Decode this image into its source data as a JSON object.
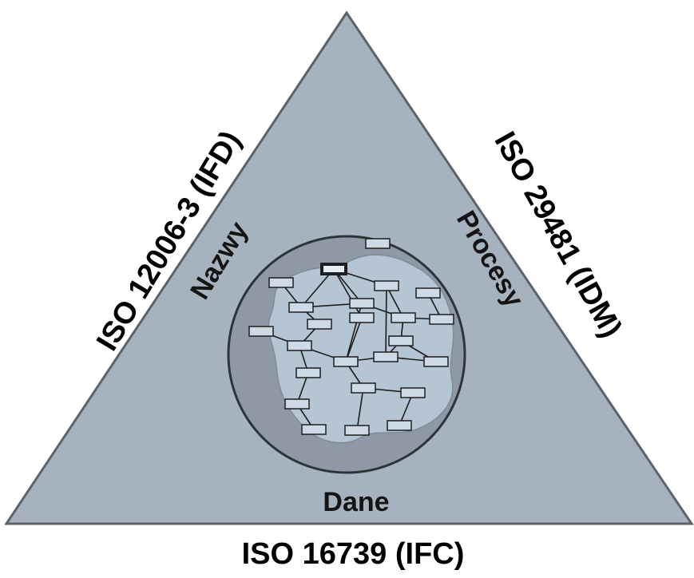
{
  "standards": {
    "left": "ISO 12006-3 (IFD)",
    "right": "ISO 29481 (IDM)",
    "bottom": "ISO 16739 (IFC)"
  },
  "concepts": {
    "left": "Nazwy",
    "right": "Procesy",
    "bottom": "Dane"
  },
  "colors": {
    "triangle_fill": "#a7b2bf",
    "triangle_stroke": "#5c636b",
    "circle_outer": "#8e99a5",
    "network_cloud": "#b6c5d3",
    "node_fill": "#cdd9e4",
    "node_stroke": "#1f1f1f",
    "edge": "#1c1c1c"
  }
}
